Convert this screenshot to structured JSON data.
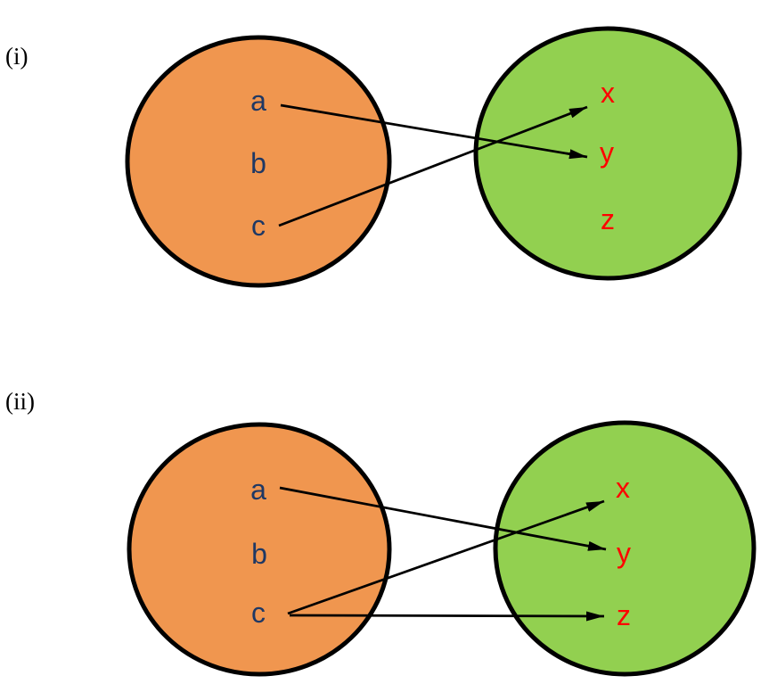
{
  "page": {
    "background": "#ffffff",
    "description": "Two mapping diagrams between a domain set and a codomain set"
  },
  "colors": {
    "domain_fill": "#F0964F",
    "codomain_fill": "#92D050",
    "circle_outline": "#000000",
    "domain_text": "#1F3864",
    "codomain_text": "#FF0000",
    "arrow": "#000000",
    "index_label_text": "#000000"
  },
  "diagrams": [
    {
      "id": "i",
      "label": "(i)",
      "domain_elements": [
        "a",
        "b",
        "c"
      ],
      "codomain_elements": [
        "x",
        "y",
        "z"
      ],
      "mappings": [
        {
          "from": "a",
          "to": "y"
        },
        {
          "from": "c",
          "to": "x"
        }
      ]
    },
    {
      "id": "ii",
      "label": "(ii)",
      "domain_elements": [
        "a",
        "b",
        "c"
      ],
      "codomain_elements": [
        "x",
        "y",
        "z"
      ],
      "mappings": [
        {
          "from": "a",
          "to": "y"
        },
        {
          "from": "c",
          "to": "x"
        },
        {
          "from": "c",
          "to": "z"
        }
      ]
    }
  ]
}
